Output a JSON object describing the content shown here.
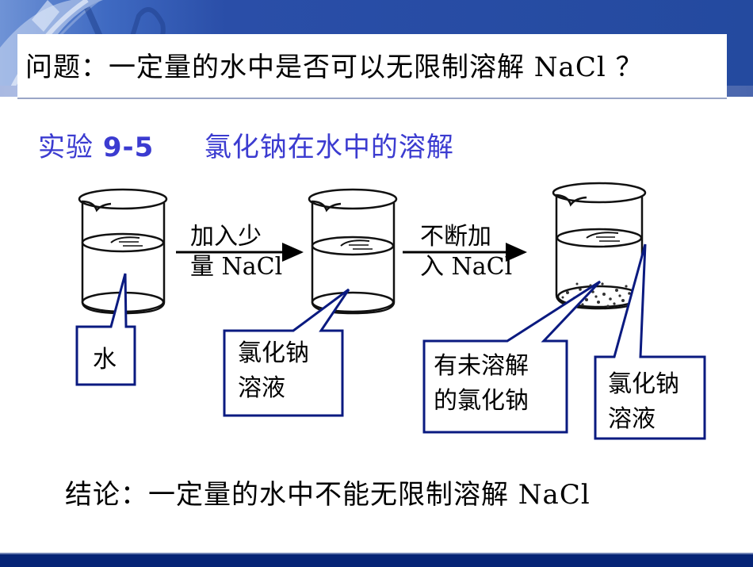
{
  "header": {
    "question": "问题：一定量的水中是否可以无限制溶解 NaCl ？"
  },
  "experiment": {
    "label": "实验",
    "number": "9-5",
    "title": "氯化钠在水中的溶解"
  },
  "steps": [
    {
      "line1": "加入少",
      "line2": "量 NaCl"
    },
    {
      "line1": "不断加",
      "line2": "入 NaCl"
    }
  ],
  "callouts": [
    {
      "line1": "水",
      "line2": ""
    },
    {
      "line1": "氯化钠",
      "line2": "溶液"
    },
    {
      "line1": "有未溶解",
      "line2": "的氯化钠"
    },
    {
      "line1": "氯化钠",
      "line2": "溶液"
    }
  ],
  "conclusion": "结论：一定量的水中不能无限制溶解 NaCl",
  "colors": {
    "header_blue": "#244a9f",
    "subtitle_blue": "#3b3bd0",
    "callout_border": "#0a1a80",
    "footer": "#062476"
  }
}
